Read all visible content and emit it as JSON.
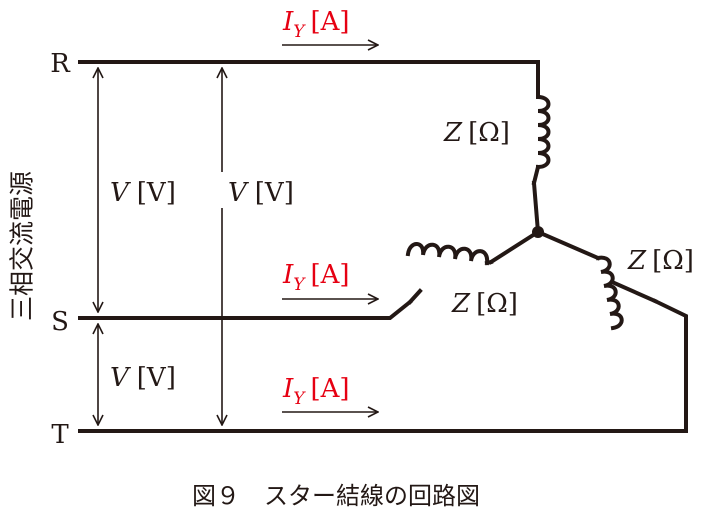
{
  "source_label": "三相交流電源",
  "terminals": {
    "r": "R",
    "s": "S",
    "t": "T"
  },
  "current": {
    "symbol": "I",
    "subscript": "Y",
    "unit": "[A]"
  },
  "voltage": {
    "symbol": "V",
    "unit": "[V]"
  },
  "impedance": {
    "symbol": "Z",
    "unit": "[Ω]"
  },
  "caption": "図９　スター結線の回路図",
  "colors": {
    "current_label": "#e60012",
    "line": "#231815"
  }
}
